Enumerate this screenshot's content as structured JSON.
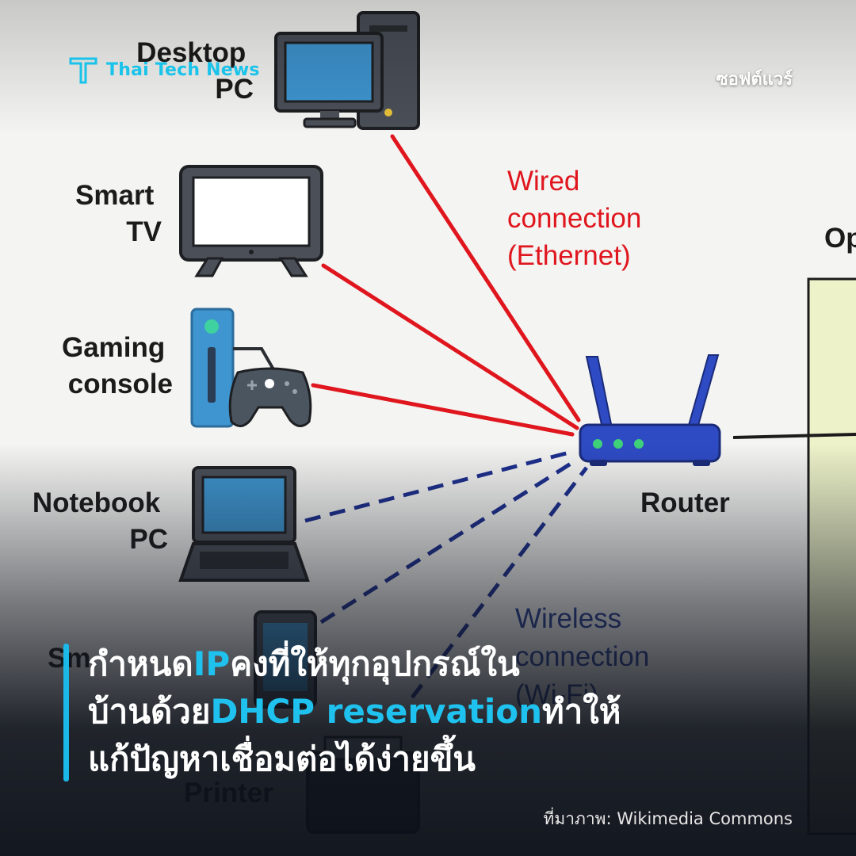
{
  "brand": {
    "name": "Thai Tech News",
    "accent": "#19c3ea"
  },
  "category": "ซอฟต์แวร์",
  "headline": {
    "line1_a": "กำหนด",
    "line1_hl": "IP",
    "line1_b": "คงที่ให้ทุกอุปกรณ์ใน",
    "line2_a": "บ้านด้วย",
    "line2_hl": "DHCP reservation",
    "line2_b": "ทำให้",
    "line3": "แก้ปัญหาเชื่อมต่อได้ง่ายขึ้น"
  },
  "credit": "ที่มาภาพ: Wikimedia Commons",
  "diagram": {
    "devices": {
      "desktop": [
        "Desktop",
        "PC"
      ],
      "tv": [
        "Smart",
        "TV"
      ],
      "console": [
        "Gaming",
        "console"
      ],
      "notebook": [
        "Notebook",
        "PC"
      ],
      "smartphone": [
        "Sm"
      ],
      "printer": [
        "Printer"
      ]
    },
    "router": "Router",
    "wired": [
      "Wired",
      "connection",
      "(Ethernet)"
    ],
    "wireless": [
      "Wireless",
      "connection",
      "(Wi-Fi)"
    ],
    "right_label": "Op",
    "colors": {
      "wired": "#e0161e",
      "wireless": "#1d2f8f",
      "device_blue": "#3f95cf",
      "router": "#2e4bc4"
    }
  }
}
